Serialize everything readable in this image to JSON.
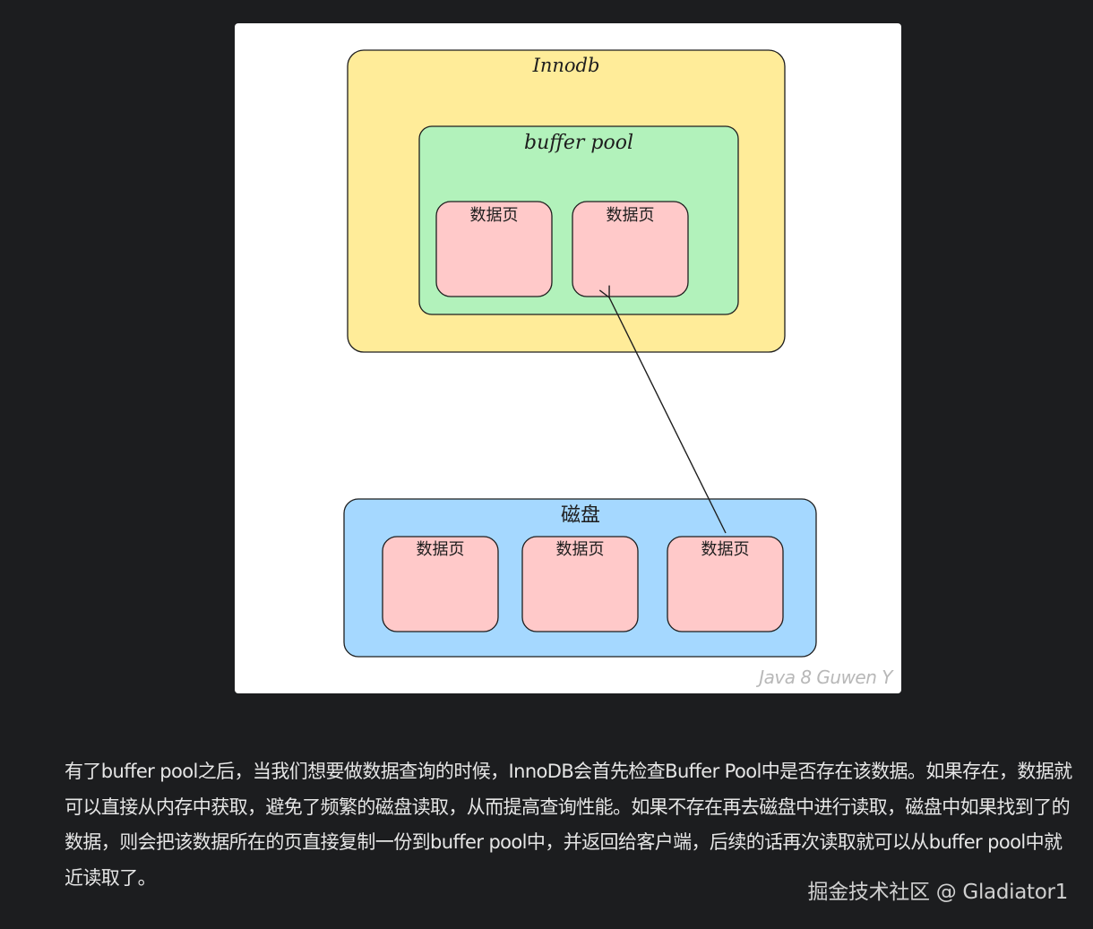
{
  "diagram": {
    "innodb_label": "Innodb",
    "buffer_pool_label": "buffer pool",
    "disk_label": "磁盘",
    "page_label": "数据页",
    "image_watermark": "Java 8 Guwen Y",
    "colors": {
      "innodb_fill": "#ffec99",
      "buffer_pool_fill": "#b2f2bb",
      "page_fill": "#ffc9c9",
      "disk_fill": "#a5d8ff",
      "stroke": "#1e1e1e"
    }
  },
  "article": {
    "paragraph": "有了buffer pool之后，当我们想要做数据查询的时候，InnoDB会首先检查Buffer Pool中是否存在该数据。如果存在，数据就可以直接从内存中获取，避免了频繁的磁盘读取，从而提高查询性能。如果不存在再去磁盘中进行读取，磁盘中如果找到了的数据，则会把该数据所在的页直接复制一份到buffer pool中，并返回给客户端，后续的话再次读取就可以从buffer pool中就近读取了。"
  },
  "watermark": "掘金技术社区 @ Gladiator1"
}
